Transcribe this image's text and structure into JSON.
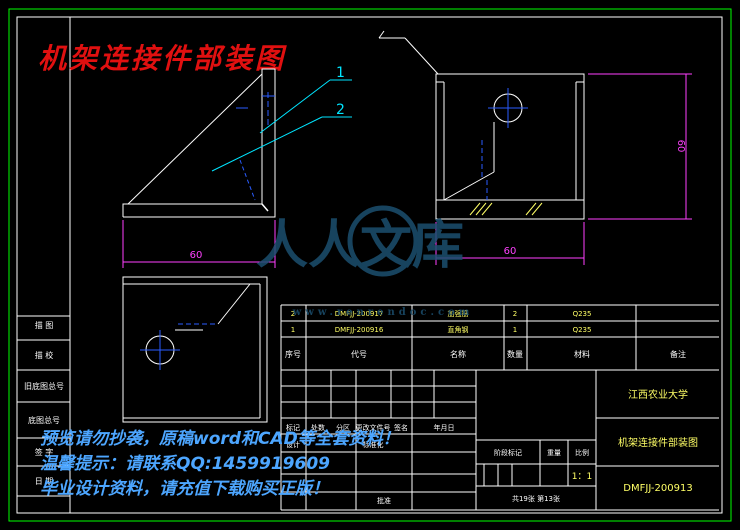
{
  "title": {
    "text": "机架连接件部装图",
    "color": "#e01010"
  },
  "balloons": [
    "1",
    "2"
  ],
  "views": {
    "dimensions": {
      "front_width": "60",
      "side_width": "60",
      "side_height": "60"
    }
  },
  "colors": {
    "outline": "#ffffff",
    "border": "#00ff00",
    "centerline": "#2a5cff",
    "dimension": "#ff40ff",
    "leader": "#00e5ff",
    "table_text": "#ffff66"
  },
  "parts_list": {
    "rows": [
      {
        "no": "2",
        "code": "DMFJJ-200917",
        "name": "加强筋",
        "qty": "2",
        "material": "Q235",
        "remark": ""
      },
      {
        "no": "1",
        "code": "DMFJJ-200916",
        "name": "直角钢",
        "qty": "1",
        "material": "Q235",
        "remark": ""
      }
    ],
    "header": {
      "no": "序号",
      "code": "代号",
      "name": "名称",
      "qty": "数量",
      "material": "材料",
      "remark": "备注"
    }
  },
  "title_block": {
    "university": "江西农业大学",
    "drawing_name": "机架连接件部装图",
    "drawing_code": "DMFJJ-200913",
    "scale": "1：1",
    "sheets": "共19张  第13张",
    "stage_label": "阶段标记",
    "weight_label": "重量",
    "scale_label": "比例",
    "change_headers": [
      "标记",
      "处数",
      "分区",
      "更改文件号",
      "签名",
      "年月日"
    ],
    "role_labels": [
      "设计",
      "标准化"
    ],
    "approve_label": "批准"
  },
  "side_labels": [
    "描 图",
    "描 校",
    "旧底图总号",
    "底图总号",
    "签 字",
    "日 期"
  ],
  "watermark": {
    "logo_text": "人人文库",
    "url_text": "www.renrendoc.com",
    "lines": [
      "预览请勿抄袭，原稿word和CAD等全套资料！",
      "温馨提示：请联系QQ:1459919609",
      "毕业设计资料，请充值下载购买正版！"
    ]
  }
}
